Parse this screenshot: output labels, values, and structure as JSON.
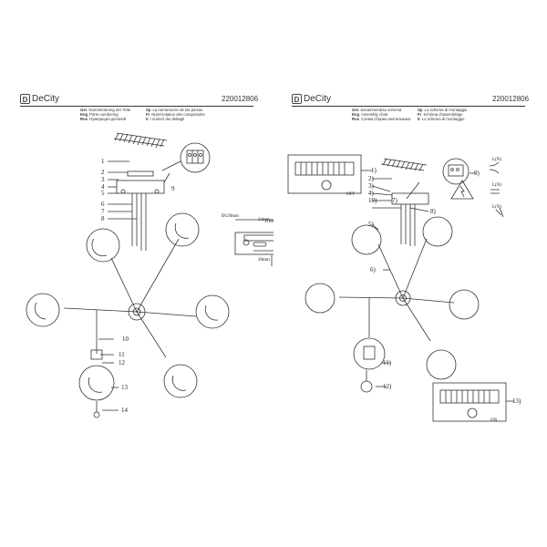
{
  "left": {
    "brand": "DeCity",
    "brand_mark": "D",
    "code": "220012806",
    "legend": [
      {
        "k": "Ger",
        "v": "Nummerierung der Teile",
        "k2": "Sp",
        "v2": "La numeración de las piezas"
      },
      {
        "k": "Eng",
        "v": "Parts numbering",
        "k2": "Fr",
        "v2": "Numérotation des composants"
      },
      {
        "k": "Rus",
        "v": "Нумерация деталей",
        "k2": "It",
        "v2": "I numeri dei dettagli"
      }
    ],
    "part_numbers": [
      "1",
      "2",
      "3",
      "4",
      "5",
      "6",
      "7",
      "8",
      "9",
      "10",
      "11",
      "12",
      "13",
      "14"
    ],
    "dims": {
      "diameter": "Ø120mm",
      "d34": "34mm",
      "d110": "110mm",
      "d20": "20mm"
    }
  },
  "right": {
    "brand": "DeCity",
    "brand_mark": "D",
    "code": "220012806",
    "legend": [
      {
        "k": "Ger",
        "v": "Zusammenbau schema",
        "k2": "Sp",
        "v2": "Lo schema di montaggio"
      },
      {
        "k": "Eng",
        "v": "Assembly chart",
        "k2": "Fr",
        "v2": "Schéma d'assemblage"
      },
      {
        "k": "Rus",
        "v": "Схема сборки светильника",
        "k2": "It",
        "v2": "Lo schema di montaggio"
      }
    ],
    "steps_top": [
      "1)",
      "2)",
      "3)",
      "4)",
      "5)",
      "6)",
      "7)",
      "8)",
      "9)",
      "10)",
      "11)",
      "12)",
      "13)"
    ],
    "wire_labels": [
      "L(N)",
      "L(N)",
      "L(N)"
    ],
    "off_label": "OFF",
    "on_label": "ON"
  }
}
